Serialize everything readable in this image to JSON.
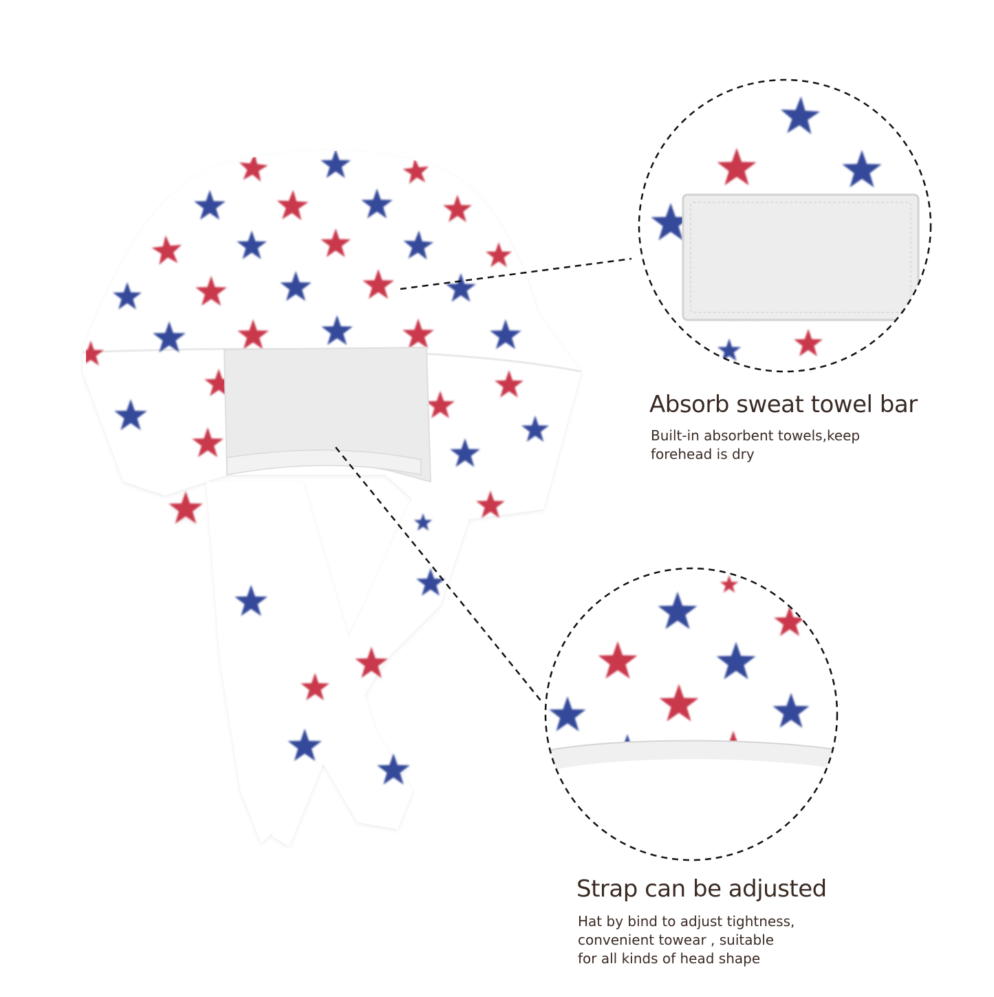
{
  "colors": {
    "star_red": "#c9394b",
    "star_blue": "#34499a",
    "fabric": "#ffffff",
    "towel": "#ebebeb",
    "text": "#3a2a24",
    "dash_line": "#111111"
  },
  "icons": {
    "star_shape": "five-point-star"
  },
  "features": [
    {
      "title": "Absorb sweat towel bar",
      "description_lines": [
        "Built-in absorbent towels,keep",
        "forehead is dry"
      ]
    },
    {
      "title": "Strap can be adjusted",
      "description_lines": [
        "Hat by bind to adjust tightness,",
        "convenient towear , suitable",
        "for all kinds of head shape"
      ]
    }
  ]
}
